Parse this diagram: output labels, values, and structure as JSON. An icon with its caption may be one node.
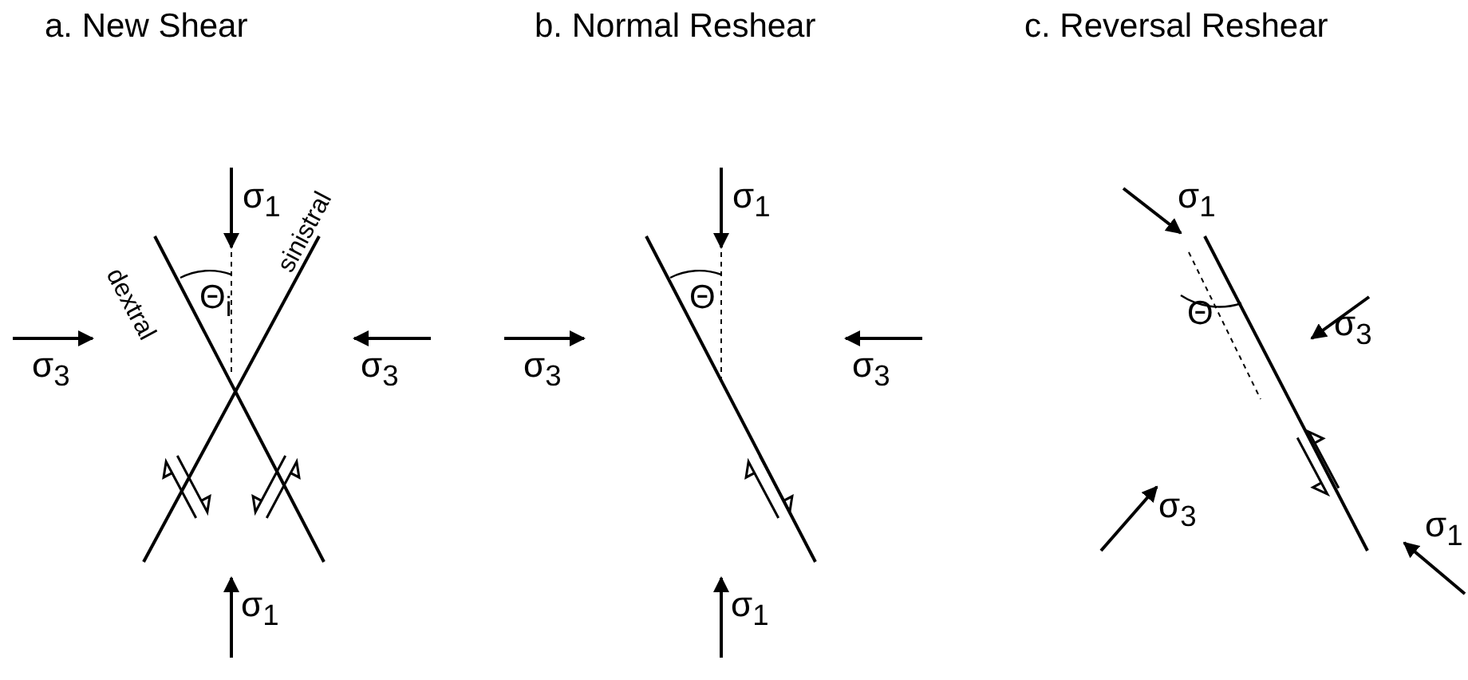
{
  "diagram": {
    "labels": [
      "a. New Shear",
      "b. Normal Reshear",
      "c. Reversal Reshear",
      "σ$_{1}$",
      "dextral",
      "Θ$_{i}$",
      "sinistral",
      "σ$_{3}$",
      "σ$_{3}$",
      "σ$_{1}$",
      "σ$_{1}$",
      "Θ",
      "σ$_{3}$",
      "σ$_{3}$",
      "σ$_{1}$",
      "σ$_{1}$",
      "Θ",
      "σ$_{3}$",
      "σ$_{3}$",
      "σ$_{1}$"
    ]
  }
}
